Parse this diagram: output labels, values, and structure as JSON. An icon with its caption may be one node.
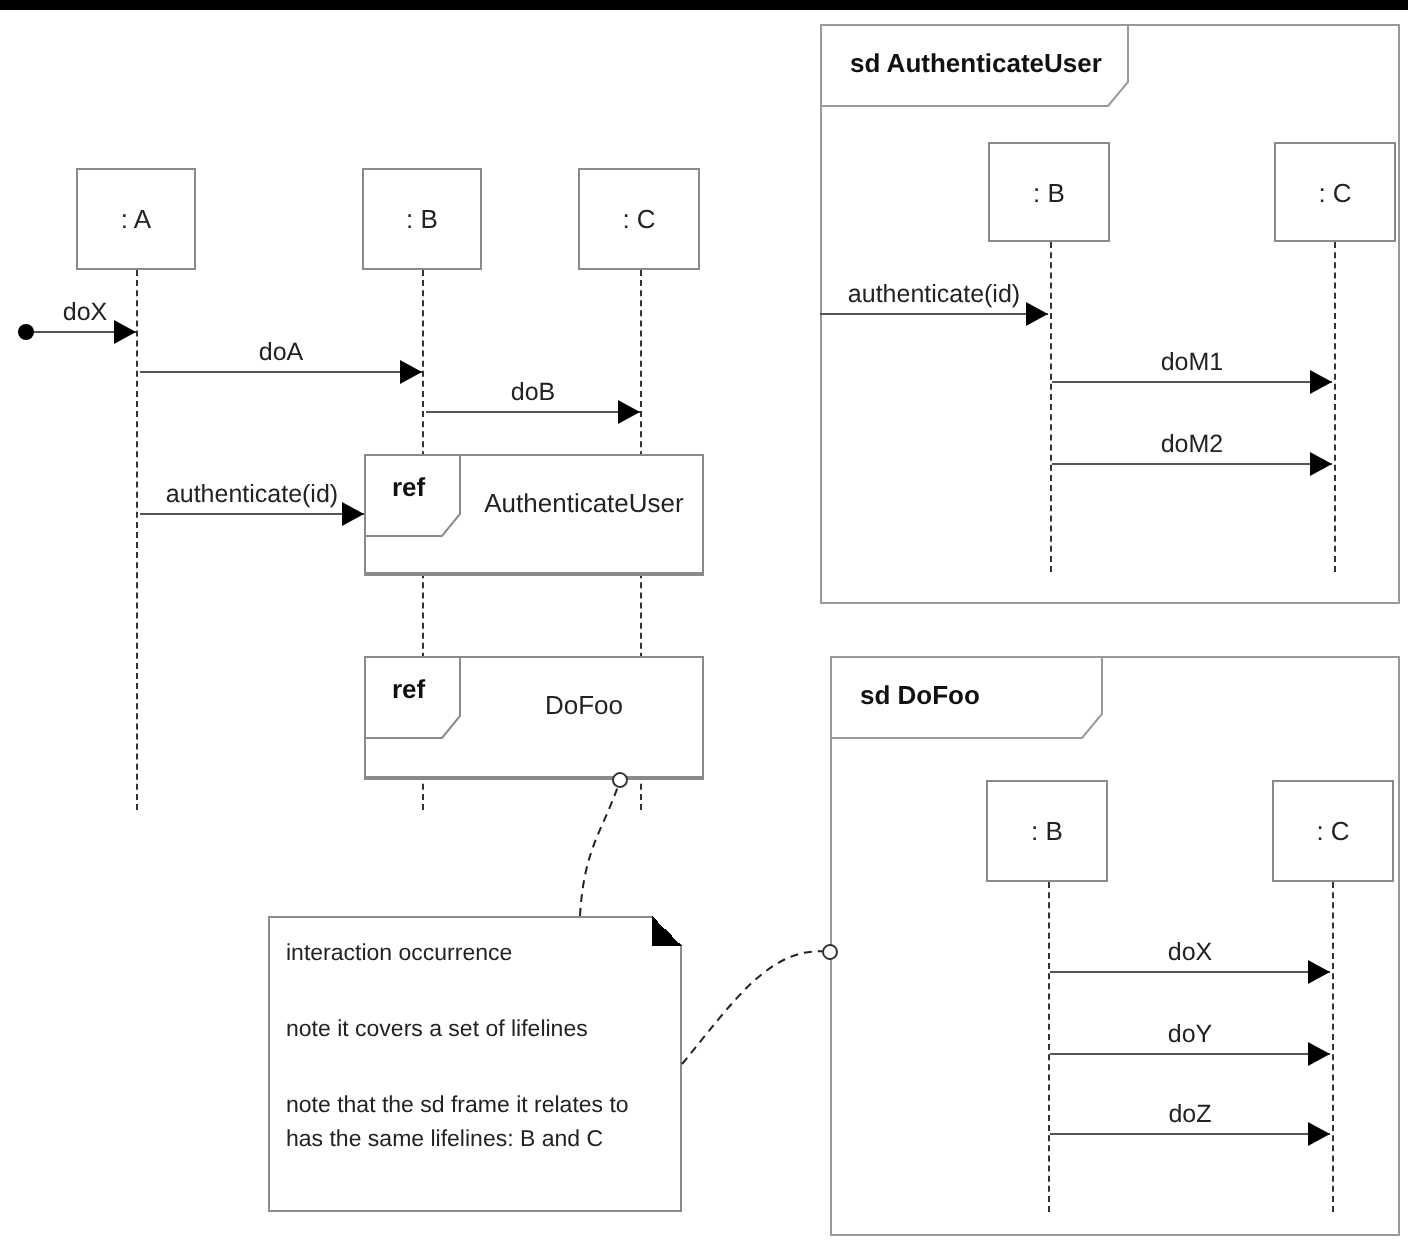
{
  "diagram": {
    "nodes": [
      {
        "text": [
          ": A"
        ]
      },
      {
        "text": [
          ": B"
        ]
      },
      {
        "text": [
          ": C"
        ]
      },
      {
        "text": [],
        "shape": "line"
      },
      {
        "text": [],
        "shape": "line"
      },
      {
        "text": [],
        "shape": "line"
      },
      {
        "text": [],
        "shape": "circle"
      },
      {
        "text": [
          "ref",
          "AuthenticateUser"
        ]
      },
      {
        "text": [
          "ref",
          "DoFoo"
        ]
      },
      {
        "text": [
          "interaction occurrence",
          "note it covers a set of lifelines",
          "note that the sd frame it relates to has the same lifelines: B and C"
        ]
      },
      {
        "text": [
          "sd AuthenticateUser"
        ]
      },
      {
        "text": [
          ": B"
        ],
        "in": 10
      },
      {
        "text": [
          ": C"
        ],
        "in": 10
      },
      {
        "text": [],
        "shape": "line",
        "in": 10
      },
      {
        "text": [],
        "shape": "line",
        "in": 10
      },
      {
        "text": [
          "sd DoFoo"
        ]
      },
      {
        "text": [
          ": B"
        ],
        "in": 15
      },
      {
        "text": [
          ": C"
        ],
        "in": 15
      },
      {
        "text": [],
        "shape": "line",
        "in": 15
      },
      {
        "text": [],
        "shape": "line",
        "in": 15
      }
    ],
    "edges": [
      {
        "from": 6,
        "to": 3,
        "arrow": "to",
        "label": "doX"
      },
      {
        "from": 3,
        "to": 4,
        "arrow": "to",
        "label": "doA"
      },
      {
        "from": 4,
        "to": 5,
        "arrow": "to",
        "label": "doB"
      },
      {
        "from": 3,
        "to": 7,
        "arrow": "to",
        "label": "authenticate(id)"
      },
      {
        "from": 10,
        "to": 13,
        "arrow": "to",
        "label": "authenticate(id)"
      },
      {
        "from": 13,
        "to": 14,
        "arrow": "to",
        "label": "doM1"
      },
      {
        "from": 13,
        "to": 14,
        "arrow": "to",
        "label": "doM2"
      },
      {
        "from": 18,
        "to": 19,
        "arrow": "to",
        "label": "doX"
      },
      {
        "from": 18,
        "to": 19,
        "arrow": "to",
        "label": "doY"
      },
      {
        "from": 18,
        "to": 19,
        "arrow": "to",
        "label": "doZ"
      },
      {
        "from": 9,
        "to": 8,
        "arrow": "other",
        "style": "dashed"
      },
      {
        "from": 9,
        "to": 15,
        "arrow": "other",
        "style": "dashed"
      }
    ]
  }
}
